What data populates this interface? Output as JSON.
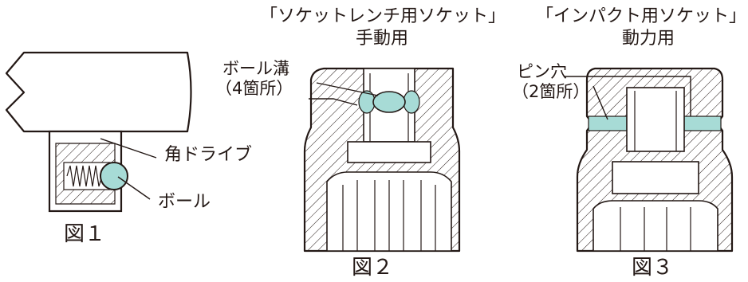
{
  "colors": {
    "line": "#231815",
    "teal": "#a7dbd6",
    "hatch": "#231815",
    "background": "#ffffff"
  },
  "fig1": {
    "caption": "図１",
    "label_square_drive": "角ドライブ",
    "label_ball": "ボール"
  },
  "fig2": {
    "title_line1": "「ソケットレンチ用ソケット」",
    "title_line2": "手動用",
    "label_groove_line1": "ボール溝",
    "label_groove_line2": "（4箇所）",
    "caption": "図２"
  },
  "fig3": {
    "title_line1": "「インパクト用ソケット」",
    "title_line2": "動力用",
    "label_pin_line1": "ピン穴",
    "label_pin_line2": "（2箇所）",
    "caption": "図３"
  }
}
